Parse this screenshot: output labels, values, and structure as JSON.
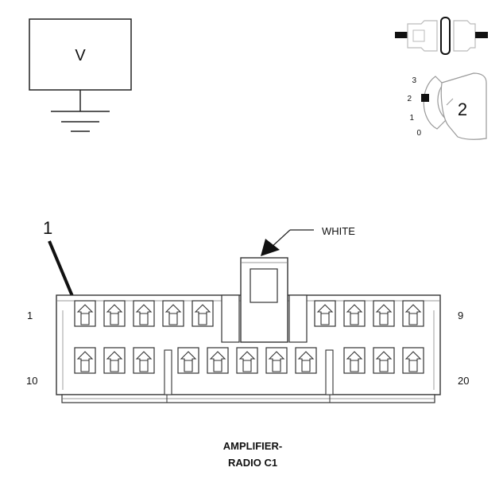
{
  "meter": {
    "symbol": "V"
  },
  "ignition": {
    "positions": [
      "3",
      "2",
      "1",
      "0"
    ],
    "key_number": "2"
  },
  "connector": {
    "color_callout": "WHITE",
    "pin_callout": "1",
    "pin_labels": {
      "top_left": "1",
      "top_right": "9",
      "bottom_left": "10",
      "bottom_right": "20"
    }
  },
  "caption": {
    "line1": "AMPLIFIER-",
    "line2": "RADIO C1"
  }
}
